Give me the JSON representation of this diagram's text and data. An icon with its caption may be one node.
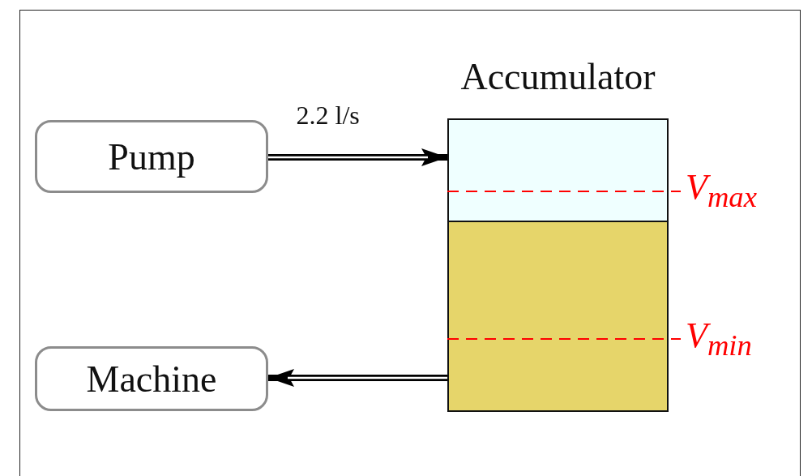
{
  "diagram": {
    "nodes": [
      {
        "text": [
          "Pump"
        ]
      },
      {
        "text": [
          "Accumulator"
        ]
      },
      {
        "text": [
          "Machine"
        ]
      }
    ],
    "edges": [
      {
        "from": 0,
        "to": 1,
        "arrow": "to",
        "label": "2.2 l/s"
      },
      {
        "from": 1,
        "to": 2,
        "arrow": "to"
      }
    ],
    "labels": [
      "V$_{max}$",
      "V$_{min}$"
    ]
  }
}
